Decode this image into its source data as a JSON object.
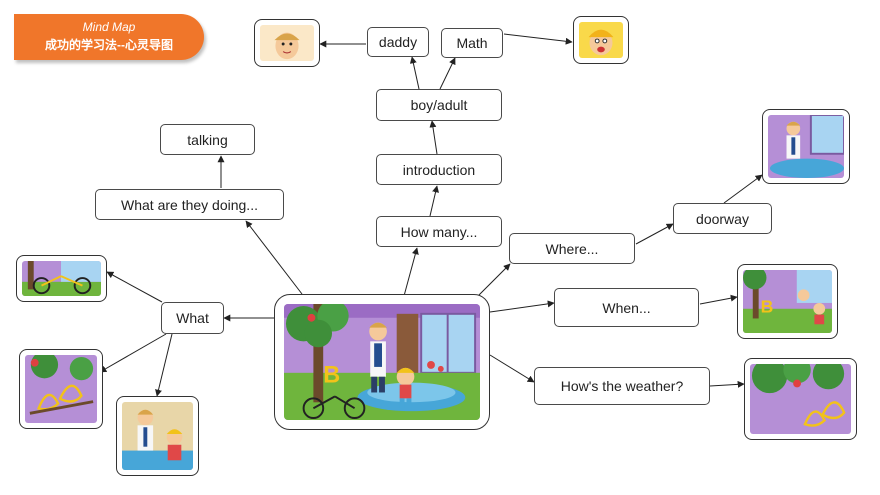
{
  "banner": {
    "line1": "Mind Map",
    "line2": "成功的学习法--心灵导图"
  },
  "nodes": {
    "daddy": "daddy",
    "math": "Math",
    "boy_adult": "boy/adult",
    "introduction": "introduction",
    "how_many": "How many...",
    "talking": "talking",
    "what_doing": "What are they doing...",
    "what": "What",
    "where": "Where...",
    "doorway": "doorway",
    "when": "When...",
    "weather": "How's the weather?"
  },
  "colors": {
    "banner": "#f0762a",
    "border": "#4a4a4a",
    "wall": "#b58fd6",
    "tree": "#6b4a2b",
    "leaf": "#3f8f3a"
  },
  "images": {
    "center": "cartoon classroom scene with man, boy, bicycle, tree",
    "dad_face": "cartoon man face",
    "boy_face": "cartoon boy face",
    "bicycle": "bicycle scene",
    "birds": "two birds on tree",
    "people": "man and boy",
    "doorway": "man at doorway",
    "when_scene": "scene with letter B",
    "weather_scene": "tree with birds"
  }
}
